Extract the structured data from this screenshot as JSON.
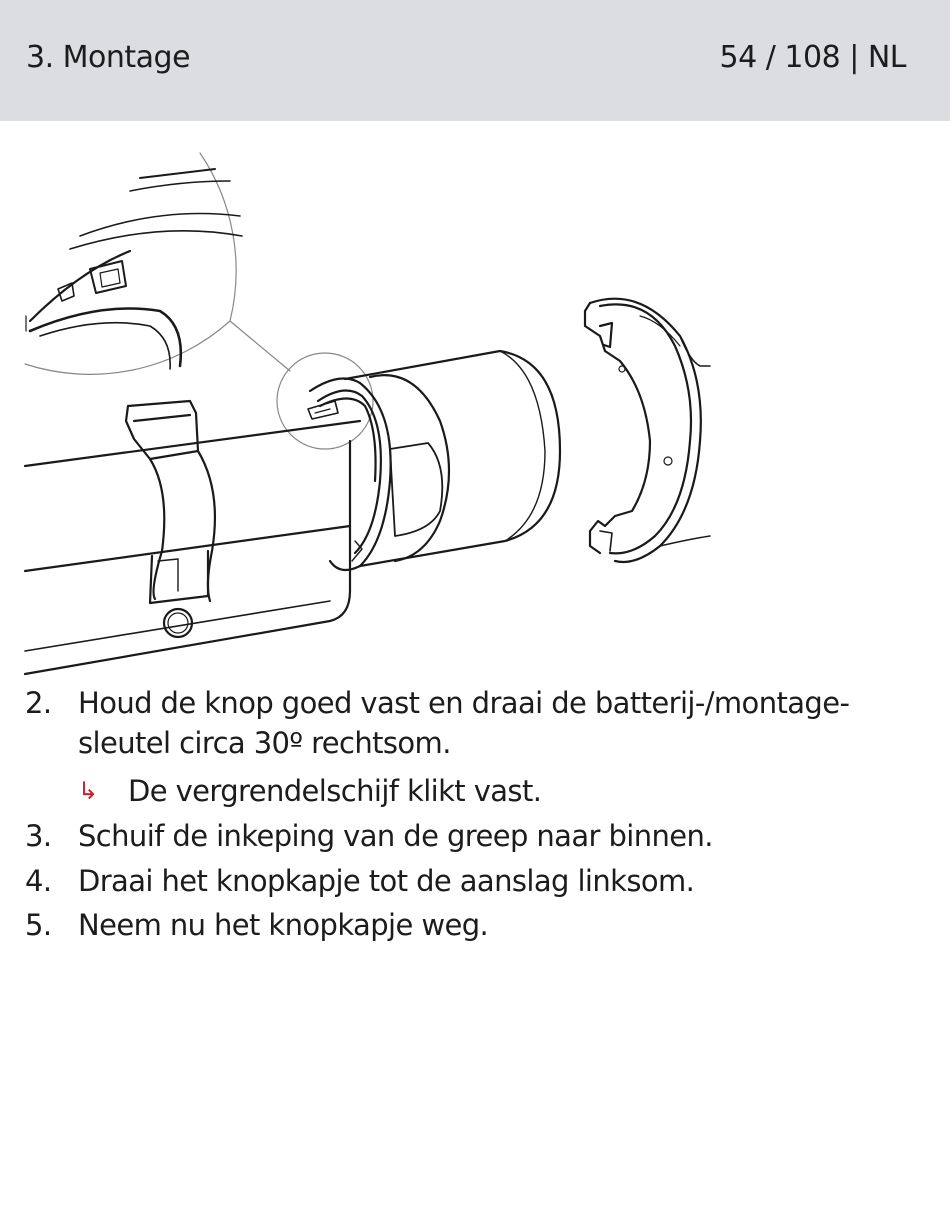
{
  "header": {
    "section": "3. Montage",
    "page": "54 / 108 | NL",
    "background": "#dcdde0"
  },
  "figure": {
    "icon": "lock-cylinder-assembly-illustration"
  },
  "steps": [
    {
      "number": "2.",
      "text_line1": "Houd de knop goed vast en draai de batterij-/montage-",
      "text_line2": "sleutel circa 30º rechtsom."
    },
    {
      "number": "3.",
      "text": "Schuif de inkeping van de greep naar binnen."
    },
    {
      "number": "4.",
      "text": "Draai het knopkapje tot de aanslag linksom."
    },
    {
      "number": "5.",
      "text": "Neem nu het knopkapje weg."
    }
  ],
  "result": {
    "arrow": "↳",
    "text": "De vergrendelschijf klikt vast.",
    "arrow_color": "#d2202a"
  }
}
